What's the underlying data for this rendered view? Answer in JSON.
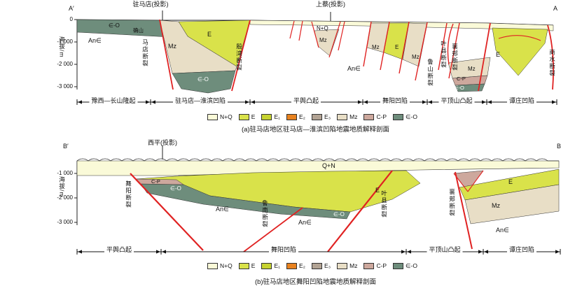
{
  "colors": {
    "nq": "#FAFAD8",
    "e": "#D9E24A",
    "e1": "#C7D331",
    "e2": "#E8821F",
    "e3": "#B2A394",
    "mz": "#E8DEC6",
    "cp": "#CDA89D",
    "eo": "#6E8D7C",
    "fault": "#E02222"
  },
  "legend": {
    "items": [
      {
        "label": "N+Q"
      },
      {
        "label": "E"
      },
      {
        "label": "E₁"
      },
      {
        "label": "E₂"
      },
      {
        "label": "E₃"
      },
      {
        "label": "Mz"
      },
      {
        "label": "C-P"
      },
      {
        "label": "∈-O"
      }
    ]
  },
  "panel_a": {
    "end_left": "A′",
    "end_right": "A",
    "axis_label": "海拔/m",
    "ticks": [
      "0",
      "-1 000",
      "-2 000",
      "-3 000"
    ],
    "proj_1": "驻马店(投影)",
    "proj_2": "上蔡(投影)",
    "caption": "(a)驻马店地区驻马店—淮滨凹陷地震地质解释剖面",
    "units": {
      "eo_left": "∈-O",
      "queshan": "确山",
      "an_left": "An∈",
      "mz_basin": "Mz",
      "e_basin": "E",
      "eo_basin": "∈-O",
      "nq": "N+Q",
      "mz_pingyu": "Mz",
      "an_mid": "An∈",
      "mz_w1": "Mz",
      "e_w": "E",
      "mz_w2": "Mz",
      "mz_pocket": "Mz",
      "cp_pocket": "C-P",
      "eo_pocket": "∈-O",
      "e_tan": "E"
    },
    "faults": {
      "madian": "马店断裂",
      "yinwan": "殷湾断裂",
      "lushan": "鲁山断裂",
      "yexian": "叶县断裂",
      "xiangjia": "襄郏断裂",
      "shangshui": "商水断裂"
    },
    "zones": [
      "豫西—长山隆起",
      "驻马店—淮滨凹陷",
      "平舆凸起",
      "舞阳凹陷",
      "平顶山凸起",
      "谭庄凹陷"
    ]
  },
  "panel_b": {
    "end_left": "B′",
    "end_right": "B",
    "axis_label": "海拔/m",
    "ticks": [
      "-1 000",
      "-2 000",
      "-3 000"
    ],
    "proj_1": "西平(投影)",
    "caption": "(b)驻马店地区舞阳凹陷地震地质解释剖面",
    "units": {
      "qn": "Q+N",
      "cp_left": "C-P",
      "eo_left": "∈-O",
      "an_1": "An∈",
      "an_2": "An∈",
      "eo_mid": "∈-O",
      "e_basin": "E",
      "e_right": "E",
      "mz_right": "Mz",
      "an_right": "An∈"
    },
    "faults": {
      "wuyang": "舞阳断裂",
      "lunan": "鲁南断裂",
      "yexian": "叶县断裂",
      "xiangjia": "襄郏断裂"
    },
    "zones": [
      "平舆凸起",
      "舞阳凹陷",
      "平顶山凸起",
      "谭庄凹陷"
    ]
  }
}
